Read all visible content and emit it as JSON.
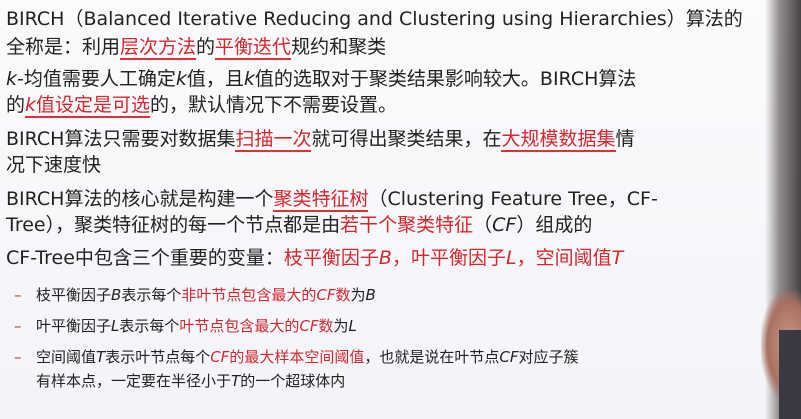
{
  "slide": {
    "l1a": "BIRCH（Balanced Iterative Reducing and Clustering using Hierarchies）算法的",
    "l2a": "全称是：利用",
    "l2b": "层次方法",
    "l2c": "的",
    "l2d": "平衡迭代",
    "l2e": "规约和聚类",
    "l3a": "k",
    "l3b": "-均值需要人工确定",
    "l3c": "k",
    "l3d": "值，且",
    "l3e": "k",
    "l3f": "值的选取对于聚类结果影响较大。BIRCH算法",
    "l4a": "的",
    "l4b": "k",
    "l4c": "值设定是可选",
    "l4d": "的，默认情况下不需要设置。",
    "l5a": "BIRCH算法只需要对数据集",
    "l5b": "扫描一次",
    "l5c": "就可得出聚类结果，在",
    "l5d": "大规模数据集",
    "l5e": "情",
    "l6a": "况下速度快",
    "l7a": "BIRCH算法的核心就是构建一个",
    "l7b": "聚类特征树",
    "l7c": "（Clustering Feature Tree，CF-",
    "l8a": "Tree），聚类特征树的每一个节点都是由",
    "l8b": "若干个聚类特征",
    "l8c": "（",
    "l8d": "CF",
    "l8e": "）组成的",
    "l9a": "CF-Tree中包含三个重要的变量：",
    "l9b": "枝平衡因子",
    "l9c": "B",
    "l9d": "，叶平衡因子",
    "l9e": "L",
    "l9f": "，空间阈值",
    "l9g": "T",
    "s1a": "枝平衡因子",
    "s1b": "B",
    "s1c": "表示每个",
    "s1d": "非叶节点包含最大的",
    "s1e": "CF",
    "s1f": "数",
    "s1g": "为",
    "s1h": "B",
    "s2a": "叶平衡因子",
    "s2b": "L",
    "s2c": "表示每个",
    "s2d": "叶节点包含最大的",
    "s2e": "CF",
    "s2f": "数",
    "s2g": "为",
    "s2h": "L",
    "s3a": "空间阈值",
    "s3b": "T",
    "s3c": "表示叶节点每个",
    "s3d": "CF",
    "s3e": "的最大样本空间阈值",
    "s3f": "，也就是说在叶节点",
    "s3g": "CF",
    "s3h": "对应子簇",
    "s4a": "有样本点，一定要在半径小于",
    "s4b": "T",
    "s4c": "的一个超球体内",
    "dash": "–"
  },
  "colors": {
    "accent_red": "#d4282e",
    "text": "#222222"
  }
}
